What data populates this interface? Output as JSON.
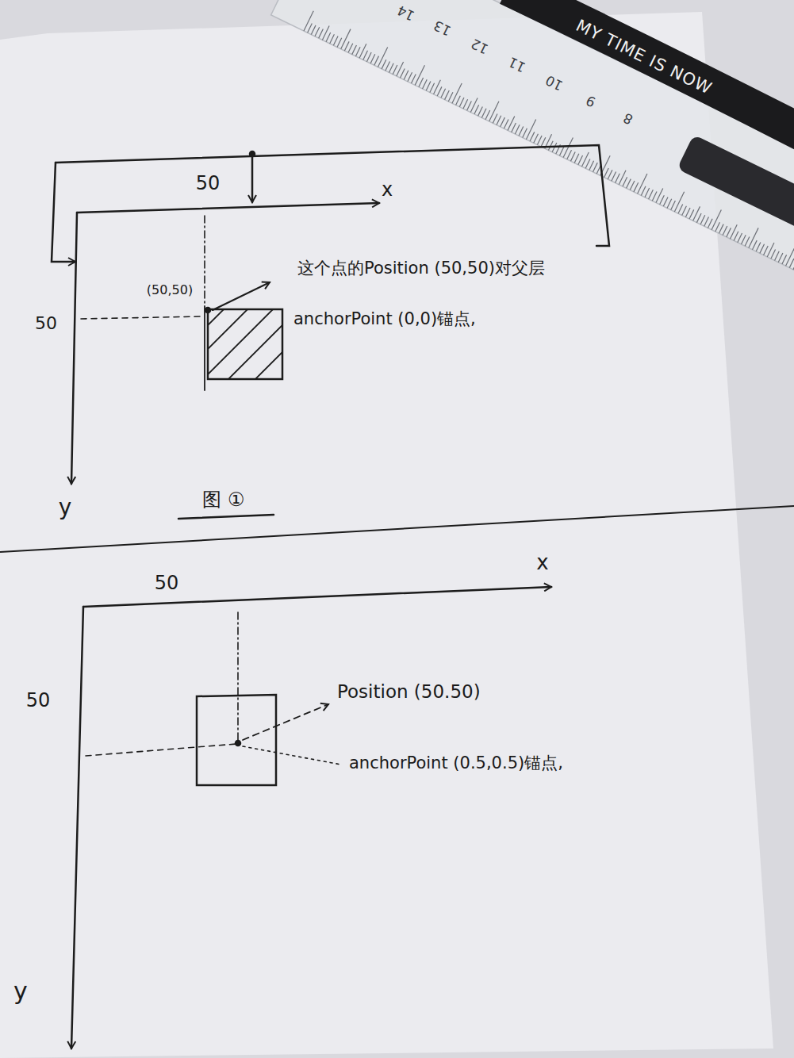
{
  "diagram": {
    "labels": [
      "14",
      "13",
      "12",
      "11",
      "10",
      "9",
      "8",
      "MY TIME IS NOW",
      "50",
      "x",
      "这个点的Position (50,50)对父层",
      "(50,50)",
      "anchorPoint (0,0)锚点,",
      "50",
      "y",
      "图 ①",
      "x",
      "50",
      "50",
      "Position (50.50)",
      "anchorPoint (0.5,0.5)锚点,",
      "y"
    ]
  }
}
